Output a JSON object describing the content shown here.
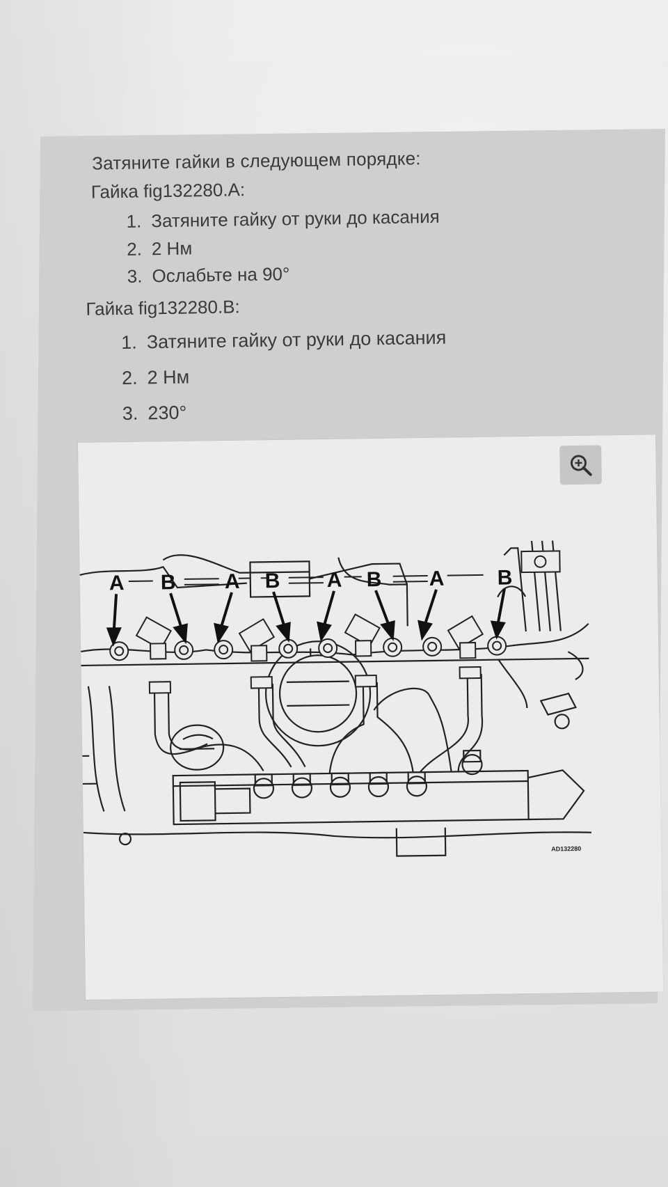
{
  "instructions": {
    "heading": "Затяните гайки в следующем порядке:",
    "nut_a": {
      "title": "Гайка fig132280.A:",
      "steps": [
        {
          "num": "1.",
          "text": "Затяните гайку от руки до касания"
        },
        {
          "num": "2.",
          "text": "2 Нм"
        },
        {
          "num": "3.",
          "text": "Ослабьте на 90°"
        }
      ]
    },
    "nut_b": {
      "title": "Гайка fig132280.B:",
      "steps": [
        {
          "num": "1.",
          "text": "Затяните гайку от руки до касания"
        },
        {
          "num": "2.",
          "text": "2 Нм"
        },
        {
          "num": "3.",
          "text": "230°"
        }
      ]
    }
  },
  "figure": {
    "zoom_icon": "zoom-in-icon",
    "callouts": [
      "A",
      "B",
      "A",
      "B",
      "A",
      "B",
      "A",
      "B"
    ],
    "figure_code": "AD132280"
  }
}
